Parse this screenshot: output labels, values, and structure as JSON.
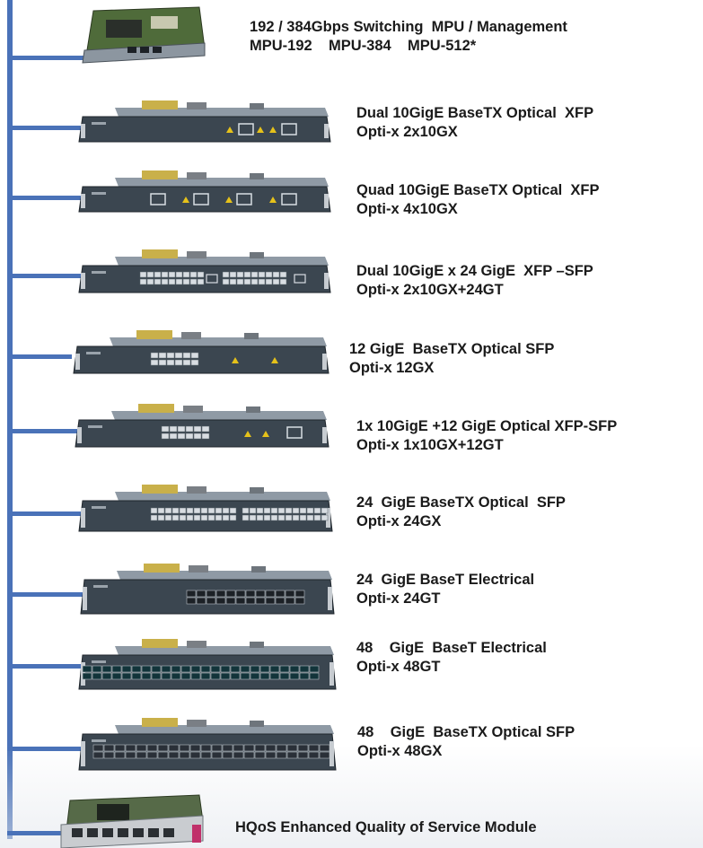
{
  "modules": [
    {
      "title": "192 / 384Gbps Switching  MPU / Management",
      "subtitle": "MPU-192    MPU-384    MPU-512*",
      "kind": "mpu"
    },
    {
      "title": "Dual 10GigE BaseTX Optical  XFP",
      "subtitle": "Opti-x 2x10GX",
      "kind": "xfp2"
    },
    {
      "title": "Quad 10GigE BaseTX Optical  XFP",
      "subtitle": "Opti-x 4x10GX",
      "kind": "xfp4"
    },
    {
      "title": "Dual 10GigE x 24 GigE  XFP –SFP",
      "subtitle": "Opti-x 2x10GX+24GT",
      "kind": "sfp24xfp2"
    },
    {
      "title": "12 GigE  BaseTX Optical SFP",
      "subtitle": "Opti-x 12GX",
      "kind": "sfp12"
    },
    {
      "title": "1x 10GigE +12 GigE Optical XFP-SFP",
      "subtitle": "Opti-x 1x10GX+12GT",
      "kind": "sfp12xfp1"
    },
    {
      "title": "24  GigE BaseTX Optical  SFP",
      "subtitle": "Opti-x 24GX",
      "kind": "sfp24"
    },
    {
      "title": "24  GigE BaseT Electrical",
      "subtitle": "Opti-x 24GT",
      "kind": "rj24"
    },
    {
      "title": "48    GigE  BaseT Electrical",
      "subtitle": "Opti-x 48GT",
      "kind": "rj48"
    },
    {
      "title": "48    GigE  BaseTX Optical SFP",
      "subtitle": "Opti-x 48GX",
      "kind": "sfp48"
    },
    {
      "title": "HQoS Enhanced Quality of Service Module",
      "subtitle": "",
      "kind": "hqos"
    }
  ],
  "colors": {
    "accent": "#4a72b8",
    "text": "#1a1a1a",
    "card_body": "#2e3a45",
    "card_faceplate": "#3b4650",
    "port": "#d8dde2",
    "warn": "#e6c21a"
  }
}
